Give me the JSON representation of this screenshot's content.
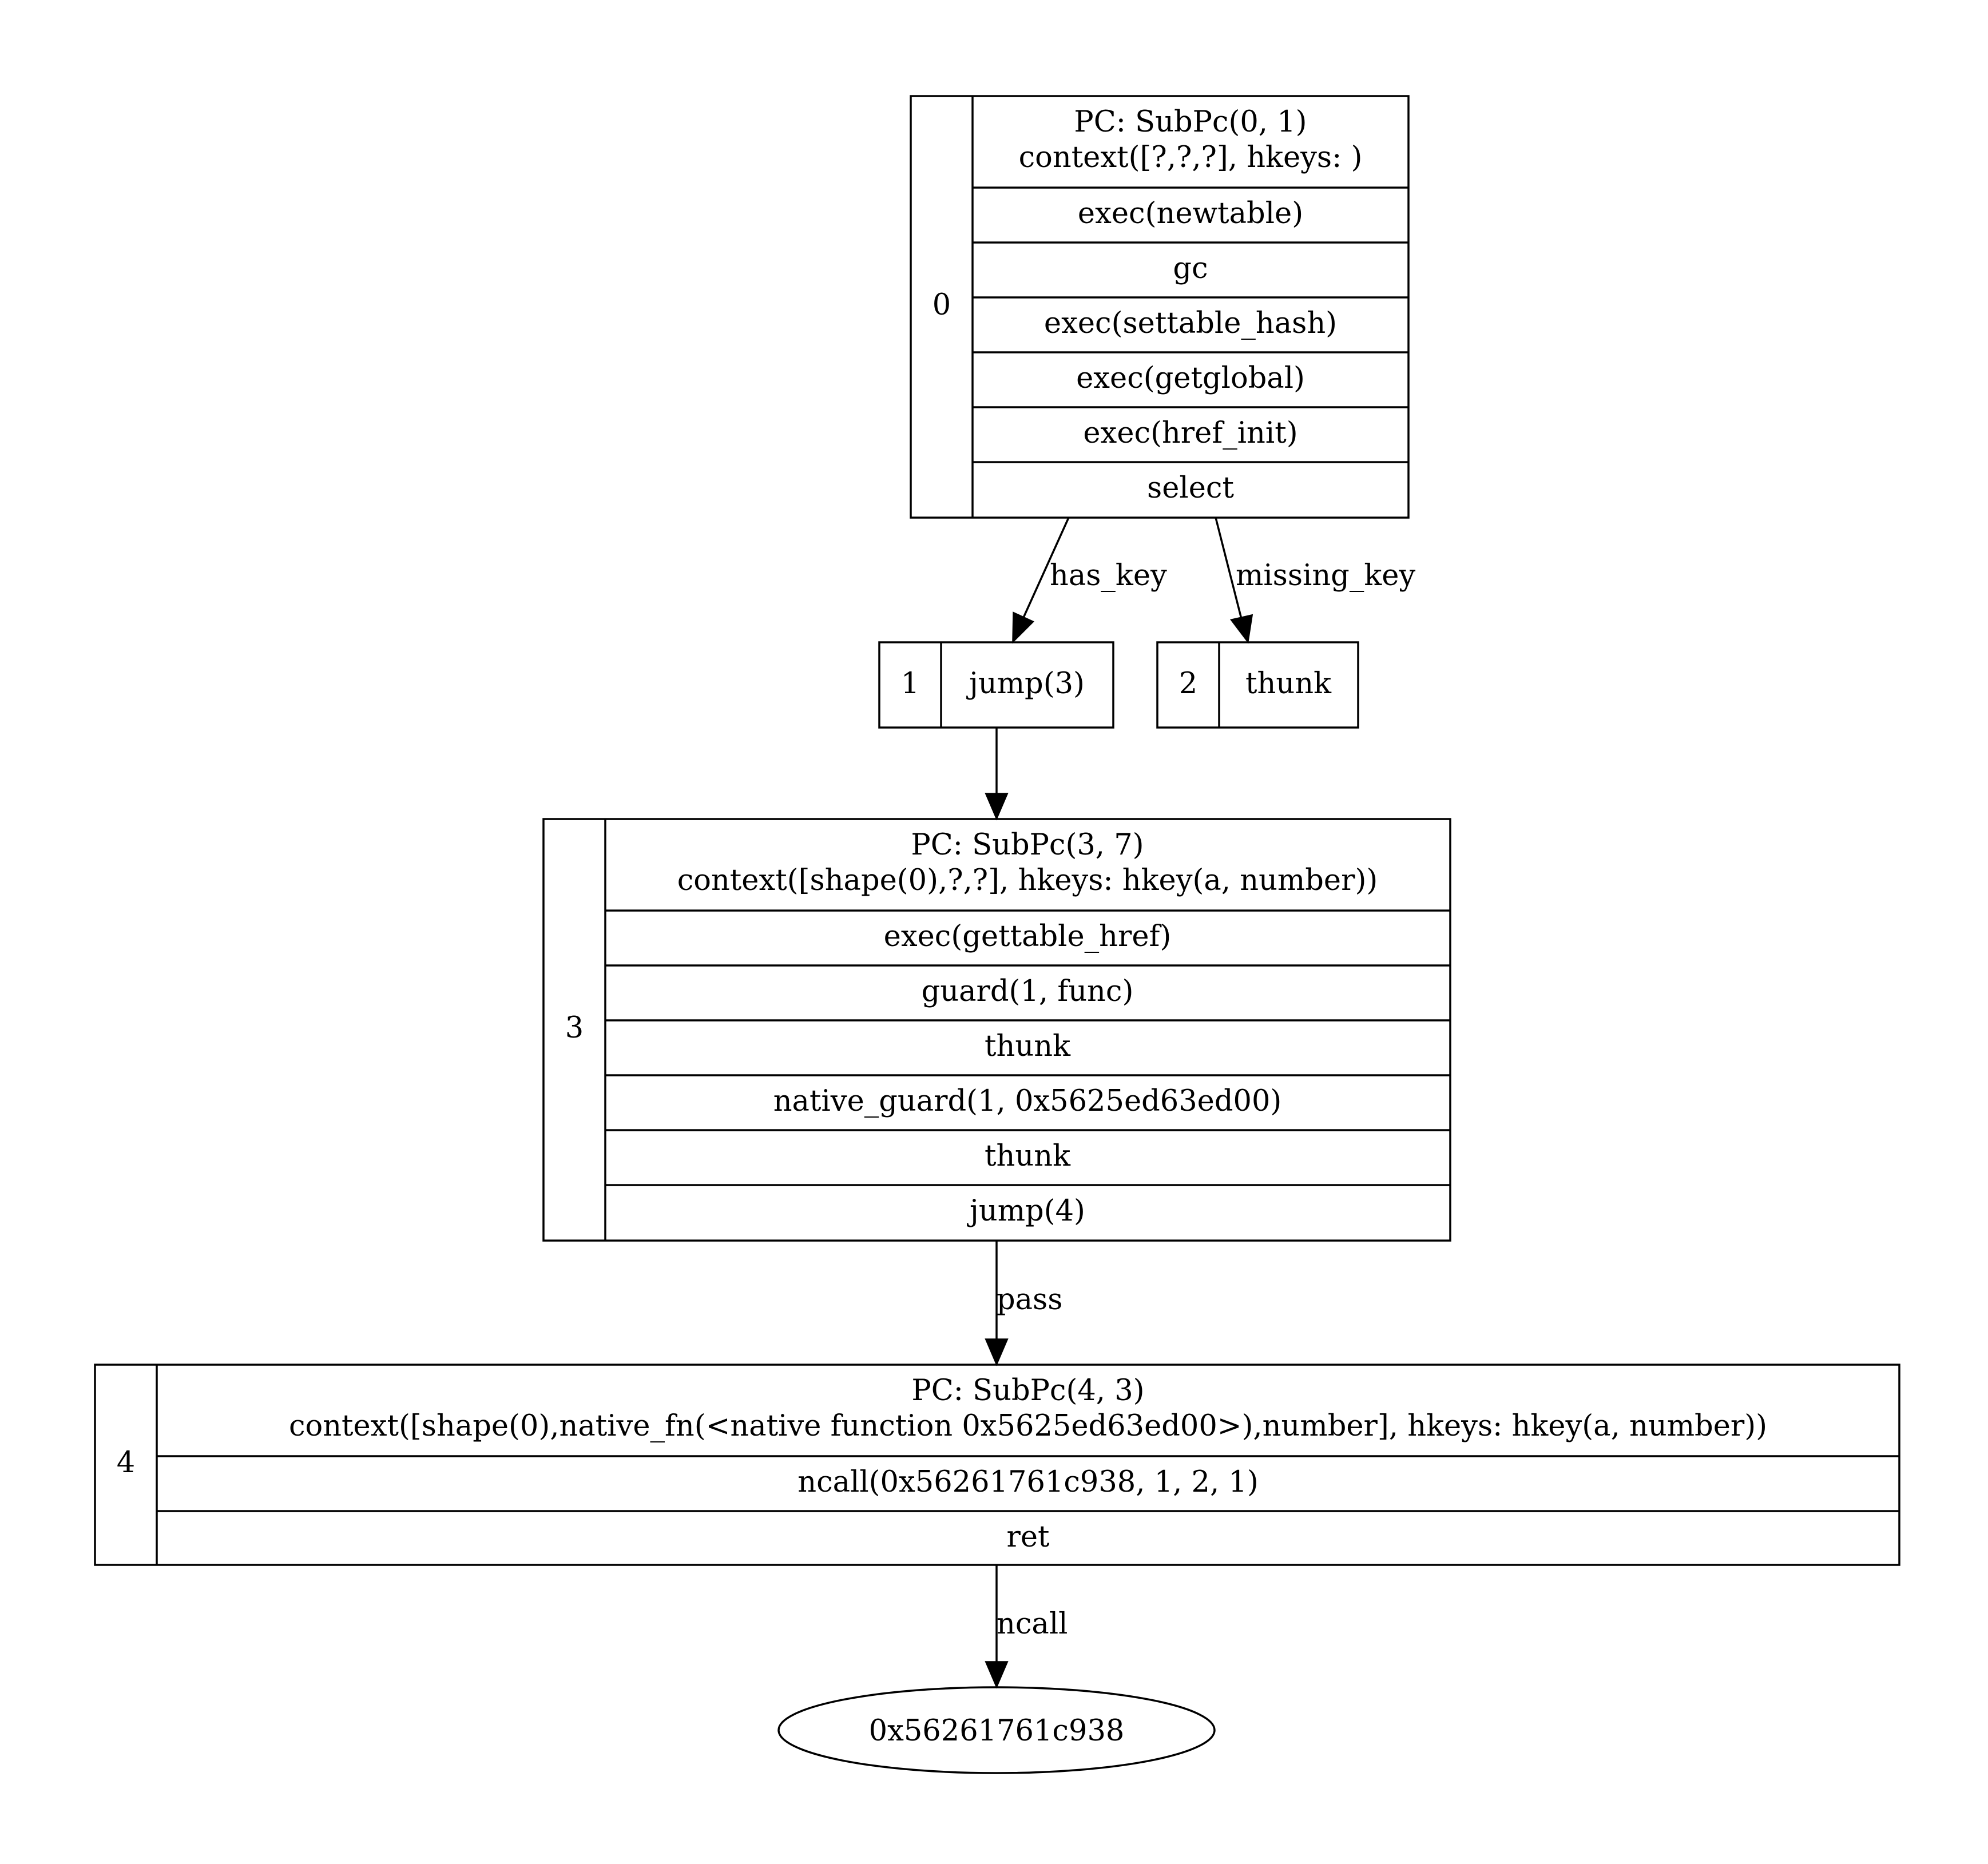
{
  "nodes": [
    {
      "id": "0",
      "rows": [
        "PC: SubPc(0, 1)\ncontext([?,?,?], hkeys: )",
        "exec(newtable)",
        "gc",
        "exec(settable_hash)",
        "exec(getglobal)",
        "exec(href_init)",
        "select"
      ]
    },
    {
      "id": "1",
      "rows": [
        "jump(3)"
      ]
    },
    {
      "id": "2",
      "rows": [
        "thunk"
      ]
    },
    {
      "id": "3",
      "rows": [
        "PC: SubPc(3, 7)\ncontext([shape(0),?,?], hkeys: hkey(a, number))",
        "exec(gettable_href)",
        "guard(1, func)",
        "thunk",
        "native_guard(1, 0x5625ed63ed00)",
        "thunk",
        "jump(4)"
      ]
    },
    {
      "id": "4",
      "rows": [
        "PC: SubPc(4, 3)\ncontext([shape(0),native_fn(<native function 0x5625ed63ed00>),number], hkeys: hkey(a, number))",
        "ncall(0x56261761c938, 1, 2, 1)",
        "ret"
      ]
    }
  ],
  "terminal": {
    "label": "0x56261761c938"
  },
  "edges": [
    {
      "from": "0",
      "to": "1",
      "label": "has_key"
    },
    {
      "from": "0",
      "to": "2",
      "label": "missing_key"
    },
    {
      "from": "1",
      "to": "3",
      "label": ""
    },
    {
      "from": "3",
      "to": "4",
      "label": "pass"
    },
    {
      "from": "4",
      "to": "terminal",
      "label": "ncall"
    }
  ]
}
